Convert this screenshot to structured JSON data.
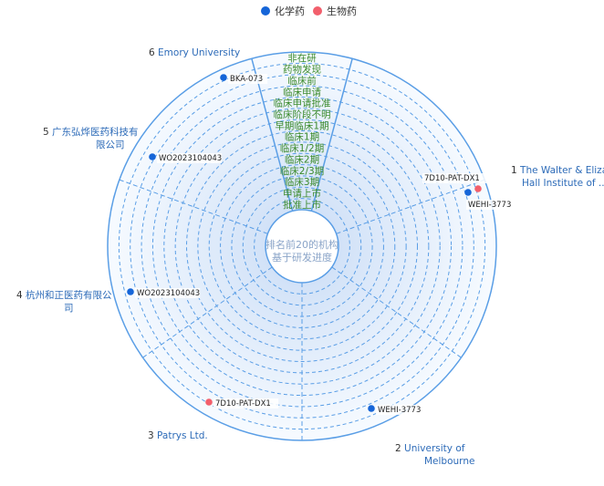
{
  "chart_data": {
    "type": "radial-scatter",
    "center_text": [
      "排名前20的机构",
      "基于研发进度"
    ],
    "legend": [
      {
        "name": "化学药",
        "color": "#1565d8"
      },
      {
        "name": "生物药",
        "color": "#f25f6c"
      }
    ],
    "stages": [
      "非在研",
      "药物发现",
      "临床前",
      "临床申请",
      "临床申请批准",
      "临床阶段不明",
      "早期临床1期",
      "临床1期",
      "临床1/2期",
      "临床2期",
      "临床2/3期",
      "临床3期",
      "申请上市",
      "批准上市"
    ],
    "organizations": [
      {
        "rank": "1",
        "lines": [
          "The Walter & Eliza",
          "Hall Institute of ..."
        ]
      },
      {
        "rank": "2",
        "lines": [
          "University of",
          "Melbourne"
        ]
      },
      {
        "rank": "3",
        "lines": [
          "Patrys Ltd."
        ]
      },
      {
        "rank": "4",
        "lines": [
          "杭州和正医药有限公",
          "司"
        ]
      },
      {
        "rank": "5",
        "lines": [
          "广东弘烨医药科技有",
          "限公司"
        ]
      },
      {
        "rank": "6",
        "lines": [
          "Emory University"
        ]
      }
    ],
    "points": [
      {
        "org": 1,
        "label": "7D10-PAT-DX1",
        "type": "生物药"
      },
      {
        "org": 1,
        "label": "WEHI-3773",
        "type": "化学药"
      },
      {
        "org": 2,
        "label": "WEHI-3773",
        "type": "化学药"
      },
      {
        "org": 3,
        "label": "7D10-PAT-DX1",
        "type": "生物药"
      },
      {
        "org": 4,
        "label": "WO2023104043",
        "type": "化学药"
      },
      {
        "org": 5,
        "label": "WO2023104043",
        "type": "化学药"
      },
      {
        "org": 6,
        "label": "BKA-073",
        "type": "化学药"
      }
    ]
  }
}
